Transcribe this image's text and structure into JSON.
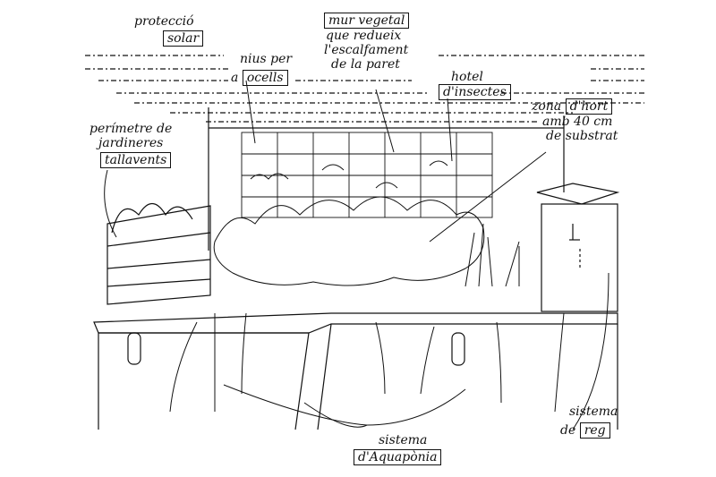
{
  "labels": {
    "solar_protection": {
      "line1": "protecció",
      "boxed": "solar"
    },
    "green_wall": {
      "boxed": "mur vegetal",
      "line2": "que redueix",
      "line3": "l'escalfament",
      "line4": "de la paret"
    },
    "bird_nests": {
      "line1": "nius per",
      "prefix": "a",
      "boxed": "ocells"
    },
    "insect_hotel": {
      "line1": "hotel",
      "boxed": "d'insectes"
    },
    "garden_zone": {
      "line1": "zona",
      "boxed": "d'hort",
      "line2": "amb 40 cm",
      "line3": "de substrat"
    },
    "planters": {
      "line1": "perímetre de",
      "line2": "jardineres",
      "boxed": "tallavents"
    },
    "irrigation": {
      "line1": "sistema",
      "prefix": "de",
      "boxed": "reg"
    },
    "aquaponics": {
      "line1": "sistema",
      "boxed": "d'Aquapònia"
    }
  }
}
